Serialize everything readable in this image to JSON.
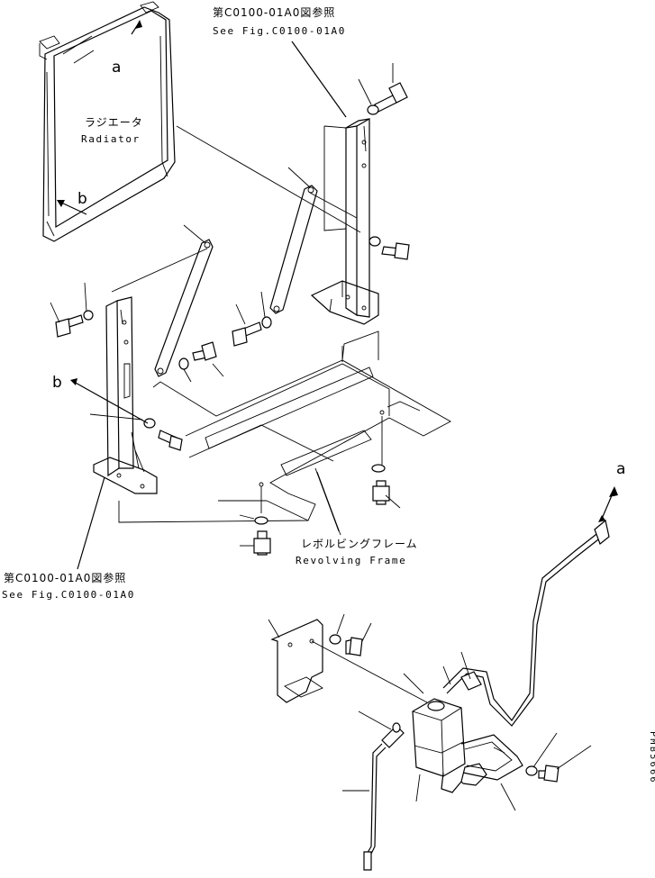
{
  "labels": {
    "ref_top_jp": "第C0100-01A0図参照",
    "ref_top_en": "See Fig.C0100-01A0",
    "ref_left_jp": "第C0100-01A0図参照",
    "ref_left_en": "See Fig.C0100-01A0",
    "radiator_jp": "ラジエータ",
    "radiator_en": "Radiator",
    "frame_jp": "レボルビングフレーム",
    "frame_en": "Revolving Frame",
    "marker_a_top": "a",
    "marker_b_radiator": "b",
    "marker_b_left": "b",
    "marker_a_right": "a",
    "drawing_code": "PMB5666"
  }
}
